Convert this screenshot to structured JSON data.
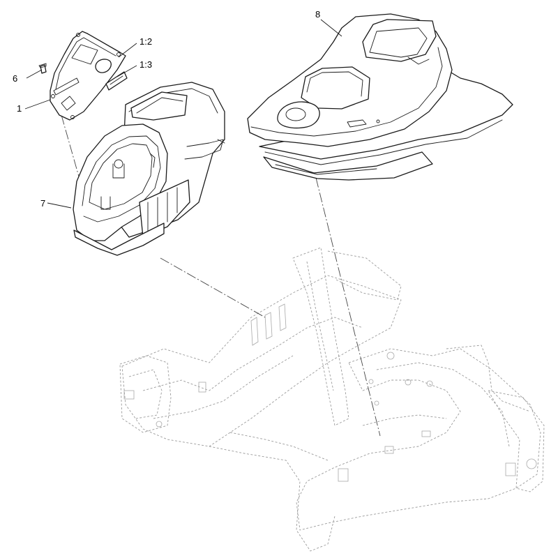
{
  "callouts": {
    "c1": "1",
    "c1_2": "1:2",
    "c1_3": "1:3",
    "c6": "6",
    "c7": "7",
    "c8": "8"
  },
  "colors": {
    "line": "#1a1a1a",
    "ghost": "#9a9a9a",
    "background": "#ffffff"
  }
}
